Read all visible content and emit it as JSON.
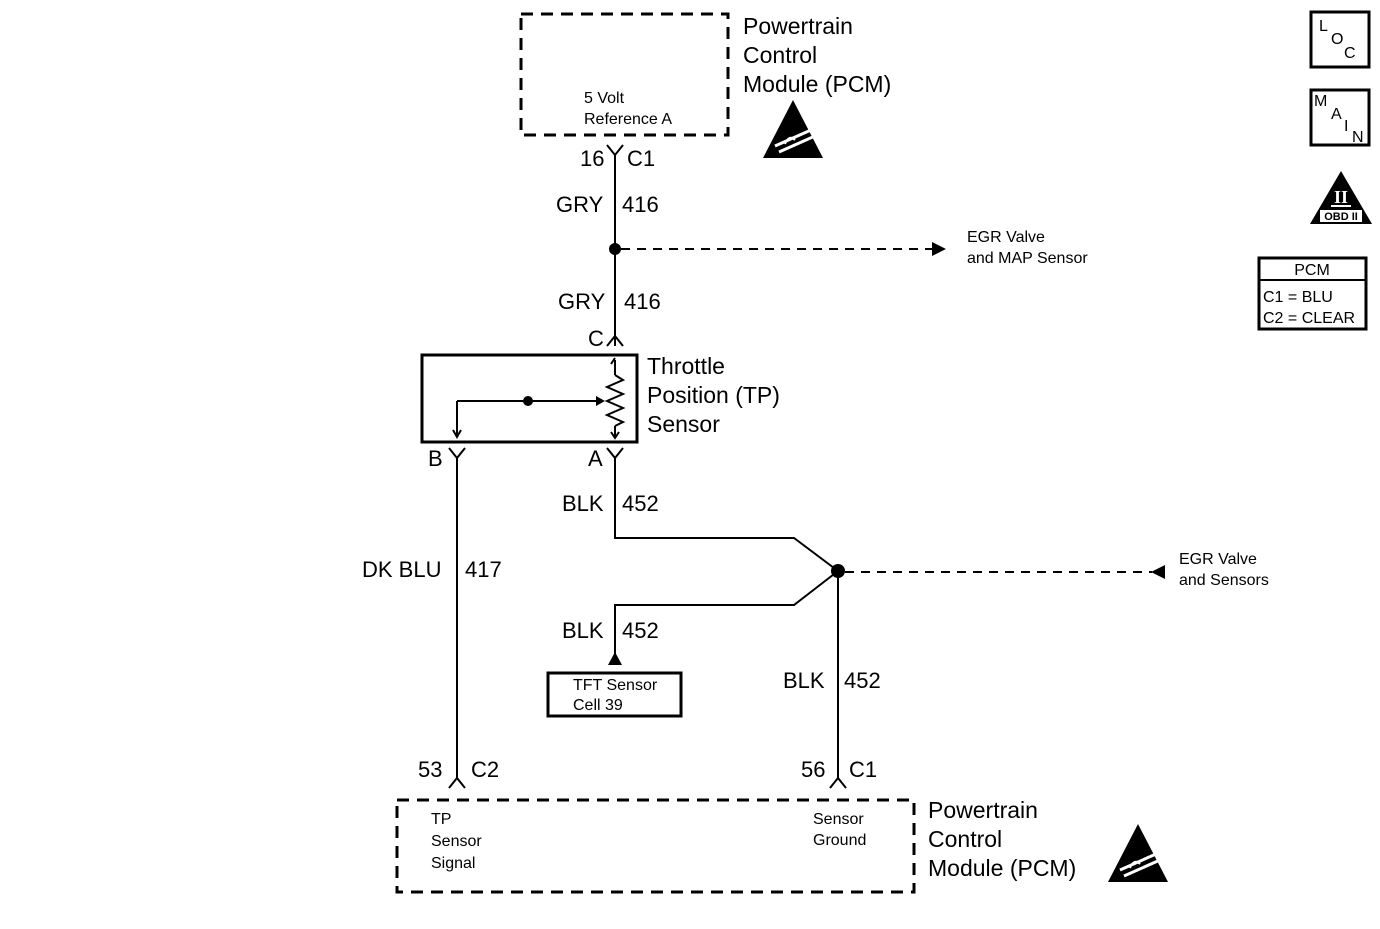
{
  "pcm_top": {
    "title_lines": [
      "Powertrain",
      "Control",
      "Module (PCM)"
    ],
    "pin_label_lines": [
      "5 Volt",
      "Reference A"
    ],
    "pin": "16",
    "connector": "C1"
  },
  "wire_416_upper": {
    "color": "GRY",
    "circuit": "416"
  },
  "wire_416_lower": {
    "color": "GRY",
    "circuit": "416"
  },
  "egr_map_lines": [
    "EGR Valve",
    "and MAP Sensor"
  ],
  "tp_sensor": {
    "title_lines": [
      "Throttle",
      "Position (TP)",
      "Sensor"
    ],
    "terminal_c": "C",
    "terminal_b": "B",
    "terminal_a": "A"
  },
  "wire_452_a": {
    "color": "BLK",
    "circuit": "452"
  },
  "wire_417": {
    "color": "DK BLU",
    "circuit": "417"
  },
  "egr_sensors_lines": [
    "EGR Valve",
    "and Sensors"
  ],
  "wire_452_tft": {
    "color": "BLK",
    "circuit": "452"
  },
  "tft_box_lines": [
    "TFT Sensor",
    "Cell 39"
  ],
  "wire_452_pcm": {
    "color": "BLK",
    "circuit": "452"
  },
  "pcm_bottom": {
    "title_lines": [
      "Powertrain",
      "Control",
      "Module (PCM)"
    ],
    "left_pin": "53",
    "left_connector": "C2",
    "right_pin": "56",
    "right_connector": "C1",
    "tp_signal_lines": [
      "TP",
      "Sensor",
      "Signal"
    ],
    "ground_lines": [
      "Sensor",
      "Ground"
    ]
  },
  "side_icons": {
    "loc": [
      "L",
      "O",
      "C"
    ],
    "main": [
      "M",
      "A",
      "I",
      "N"
    ],
    "obd_numeral": "II",
    "obd_text": "OBD II"
  },
  "pcm_connector_legend": {
    "title": "PCM",
    "rows": [
      "C1 = BLU",
      "C2 = CLEAR"
    ]
  },
  "icons": [
    "esd-warning-icon",
    "loc-icon",
    "main-icon",
    "obd-ii-icon"
  ]
}
